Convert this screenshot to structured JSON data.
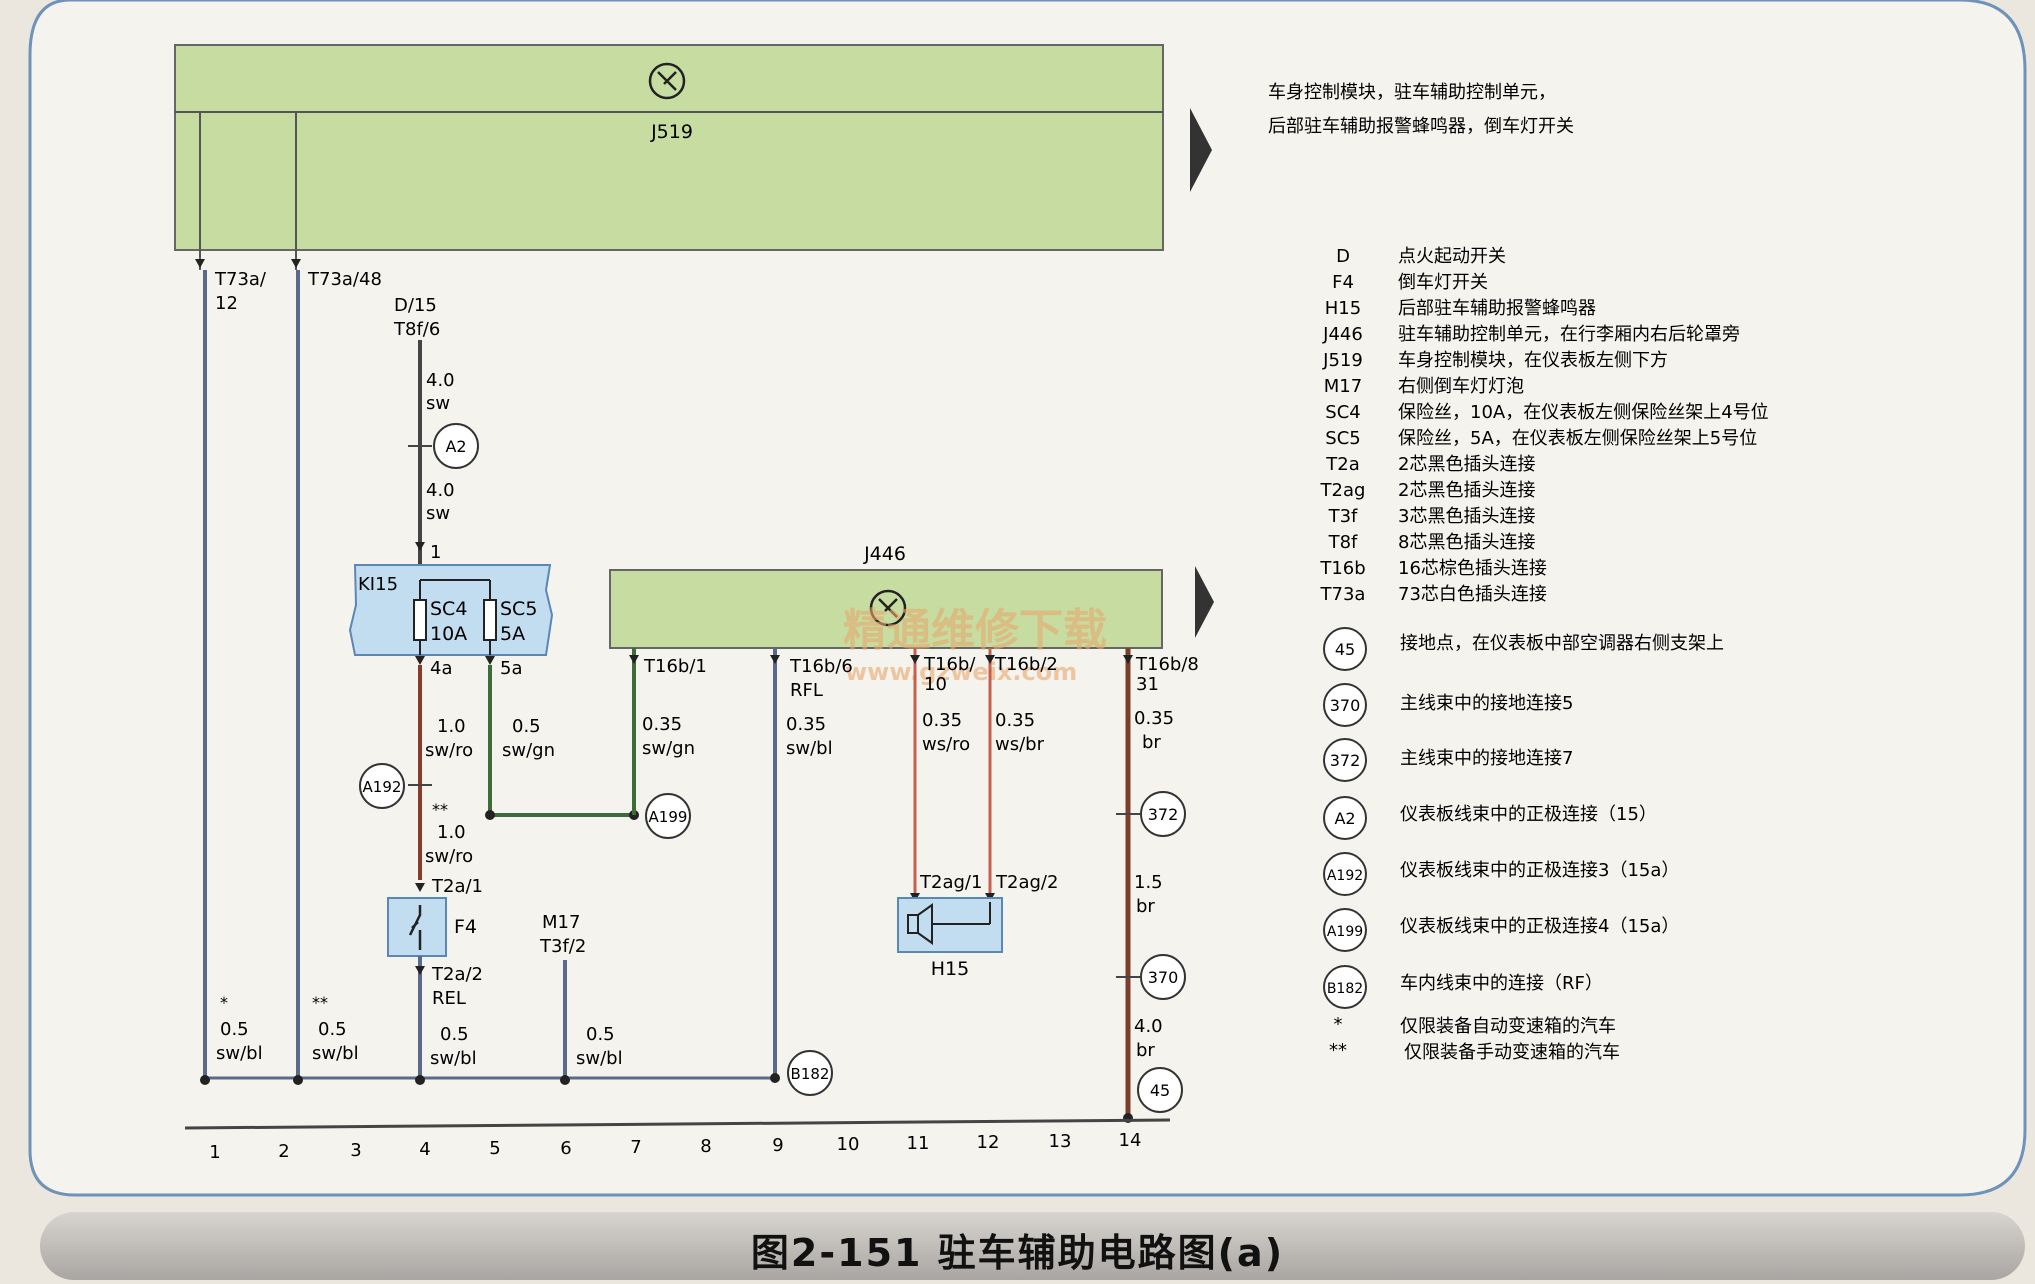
{
  "caption": "图2-151  驻车辅助电路图(a)",
  "watermark": {
    "cn": "精通维修下载",
    "url": "www.gzweix.com"
  },
  "modules": {
    "j519": {
      "label": "J519"
    },
    "j446": {
      "label": "J446"
    },
    "fuse_box": {
      "label": "KI15",
      "fuses": [
        "SC4",
        "10A",
        "SC5",
        "5A"
      ]
    },
    "f4": {
      "label": "F4"
    },
    "h15": {
      "label": "H15"
    },
    "m17": {
      "label": "M17",
      "pin": "T3f/2"
    }
  },
  "header_note": [
    "车身控制模块，驻车辅助控制单元，",
    "后部驻车辅助报警蜂鸣器，倒车灯开关"
  ],
  "pin_labels": {
    "t73a12": [
      "T73a/",
      "12"
    ],
    "t73a48": "T73a/48",
    "d15": [
      "D/15",
      "T8f/6"
    ],
    "pin1": "1",
    "pin4a": "4a",
    "pin5a": "5a",
    "t16b1": "T16b/1",
    "t16b6": [
      "T16b/6",
      "RFL"
    ],
    "t16b10": [
      "T16b/",
      "10"
    ],
    "t16b2": "T16b/2",
    "t16b8": [
      "T16b/8",
      "31"
    ],
    "t2a1": "T2a/1",
    "t2a2": [
      "T2a/2",
      "REL"
    ],
    "t2ag1": "T2ag/1",
    "t2ag2": "T2ag/2"
  },
  "wire_labels": {
    "w_d15_a": [
      "4.0",
      "sw"
    ],
    "w_d15_b": [
      "4.0",
      "sw"
    ],
    "w_4a": [
      "1.0",
      "sw/ro"
    ],
    "w_5a": [
      "0.5",
      "sw/gn"
    ],
    "w_f4": [
      "1.0",
      "sw/ro"
    ],
    "w_t16b1": [
      "0.35",
      "sw/gn"
    ],
    "w_t16b6": [
      "0.35",
      "sw/bl"
    ],
    "w_t16b10": [
      "0.35",
      "ws/ro"
    ],
    "w_t16b2": [
      "0.35",
      "ws/br"
    ],
    "w_t16b8": [
      "0.35",
      "br"
    ],
    "w_372_370": [
      "1.5",
      "br"
    ],
    "w_370_45": [
      "4.0",
      "br"
    ],
    "b1": [
      "0.5",
      "sw/bl"
    ],
    "b2": [
      "0.5",
      "sw/bl"
    ],
    "b4": [
      "0.5",
      "sw/bl"
    ],
    "b6": [
      "0.5",
      "sw/bl"
    ]
  },
  "star_marks": {
    "single": "*",
    "double": "**"
  },
  "circles": [
    "A2",
    "A192",
    "A199",
    "B182",
    "372",
    "370",
    "45"
  ],
  "ruler": [
    "1",
    "2",
    "3",
    "4",
    "5",
    "6",
    "7",
    "8",
    "9",
    "10",
    "11",
    "12",
    "13",
    "14"
  ],
  "legend": [
    {
      "code": "D",
      "desc": "点火起动开关"
    },
    {
      "code": "F4",
      "desc": "倒车灯开关"
    },
    {
      "code": "H15",
      "desc": "后部驻车辅助报警蜂鸣器"
    },
    {
      "code": "J446",
      "desc": "驻车辅助控制单元，在行李厢内右后轮罩旁"
    },
    {
      "code": "J519",
      "desc": "车身控制模块，在仪表板左侧下方"
    },
    {
      "code": "M17",
      "desc": "右侧倒车灯灯泡"
    },
    {
      "code": "SC4",
      "desc": "保险丝，10A，在仪表板左侧保险丝架上4号位"
    },
    {
      "code": "SC5",
      "desc": "保险丝，5A，在仪表板左侧保险丝架上5号位"
    },
    {
      "code": "T2a",
      "desc": "2芯黑色插头连接"
    },
    {
      "code": "T2ag",
      "desc": "2芯黑色插头连接"
    },
    {
      "code": "T3f",
      "desc": "3芯黑色插头连接"
    },
    {
      "code": "T8f",
      "desc": "8芯黑色插头连接"
    },
    {
      "code": "T16b",
      "desc": "16芯棕色插头连接"
    },
    {
      "code": "T73a",
      "desc": "73芯白色插头连接"
    }
  ],
  "legend_circles": [
    {
      "code": "45",
      "desc": "接地点，在仪表板中部空调器右侧支架上"
    },
    {
      "code": "370",
      "desc": "主线束中的接地连接5"
    },
    {
      "code": "372",
      "desc": "主线束中的接地连接7"
    },
    {
      "code": "A2",
      "desc": "仪表板线束中的正极连接（15）"
    },
    {
      "code": "A192",
      "desc": "仪表板线束中的正极连接3（15a）"
    },
    {
      "code": "A199",
      "desc": "仪表板线束中的正极连接4（15a）"
    },
    {
      "code": "B182",
      "desc": "车内线束中的连接（RF）"
    }
  ],
  "legend_notes": [
    {
      "mark": "*",
      "desc": "仅限装备自动变速箱的汽车"
    },
    {
      "mark": "**",
      "desc": "仅限装备手动变速箱的汽车"
    }
  ],
  "colors": {
    "module_fill": "#c6dca0",
    "fuse_fill": "#c3ddf0",
    "wire_sw_bl": "#5a6a8a",
    "wire_sw": "#444444",
    "wire_sw_gn": "#3e6b3a",
    "wire_sw_ro": "#8a3a2a",
    "wire_ws_ro": "#c5604c",
    "wire_br": "#7a3f2a"
  }
}
